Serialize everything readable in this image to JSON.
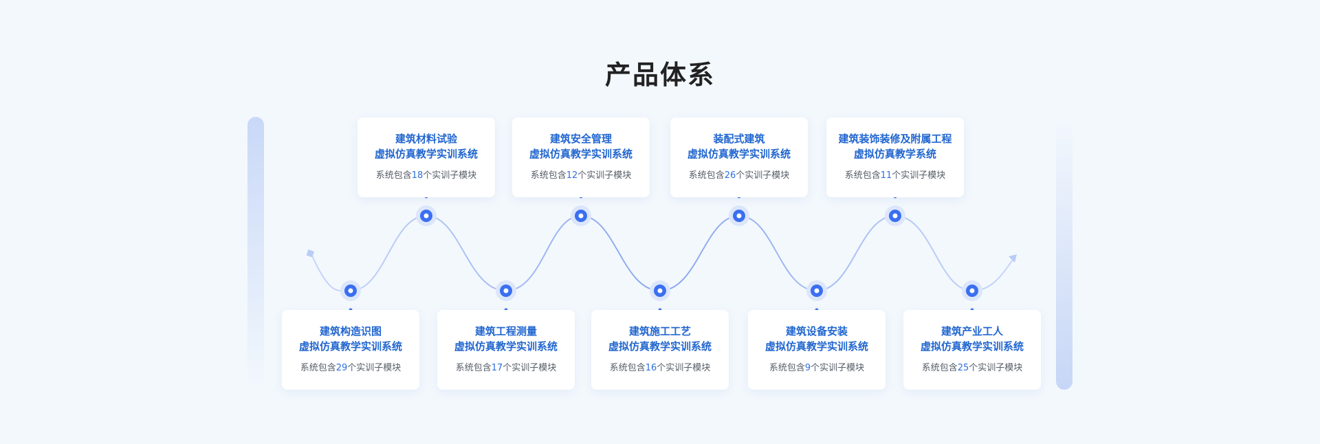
{
  "title": "产品体系",
  "colors": {
    "accent": "#3a6ff0",
    "title_text": "#2166cf",
    "count_text": "#2b6fe0",
    "background": "#f3f8fd"
  },
  "systems": [
    {
      "line1": "建筑构造识图",
      "line2": "虚拟仿真教学实训系统",
      "desc_prefix": "系统包含",
      "count": "29",
      "desc_suffix": "个实训子模块"
    },
    {
      "line1": "建筑材料试验",
      "line2": "虚拟仿真教学实训系统",
      "desc_prefix": "系统包含",
      "count": "18",
      "desc_suffix": "个实训子模块"
    },
    {
      "line1": "建筑工程测量",
      "line2": "虚拟仿真教学实训系统",
      "desc_prefix": "系统包含",
      "count": "17",
      "desc_suffix": "个实训子模块"
    },
    {
      "line1": "建筑安全管理",
      "line2": "虚拟仿真教学实训系统",
      "desc_prefix": "系统包含",
      "count": "12",
      "desc_suffix": "个实训子模块"
    },
    {
      "line1": "建筑施工工艺",
      "line2": "虚拟仿真教学实训系统",
      "desc_prefix": "系统包含",
      "count": "16",
      "desc_suffix": "个实训子模块"
    },
    {
      "line1": "装配式建筑",
      "line2": "虚拟仿真教学实训系统",
      "desc_prefix": "系统包含",
      "count": "26",
      "desc_suffix": "个实训子模块"
    },
    {
      "line1": "建筑设备安装",
      "line2": "虚拟仿真教学实训系统",
      "desc_prefix": "系统包含",
      "count": "9",
      "desc_suffix": "个实训子模块"
    },
    {
      "line1": "建筑装饰装修及附属工程",
      "line2": "虚拟仿真教学系统",
      "desc_prefix": "系统包含",
      "count": "11",
      "desc_suffix": "个实训子模块"
    },
    {
      "line1": "建筑产业工人",
      "line2": "虚拟仿真教学实训系统",
      "desc_prefix": "系统包含",
      "count": "25",
      "desc_suffix": "个实训子模块"
    }
  ]
}
